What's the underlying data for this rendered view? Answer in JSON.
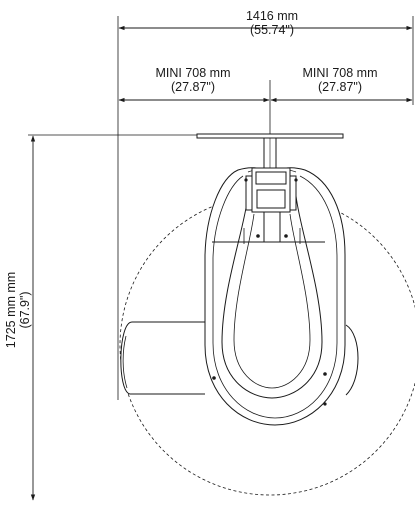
{
  "dimensions": {
    "overall_width": {
      "metric": "1416 mm",
      "imperial": "(55.74\")"
    },
    "left_span": {
      "metric": "MINI 708 mm",
      "imperial": "(27.87\")"
    },
    "right_span": {
      "metric": "MINI 708 mm",
      "imperial": "(27.87\")"
    },
    "height": {
      "metric": "1725 mm mm",
      "imperial": "(67.9\")"
    }
  },
  "colors": {
    "line": "#1a1a1a",
    "background": "#ffffff"
  }
}
